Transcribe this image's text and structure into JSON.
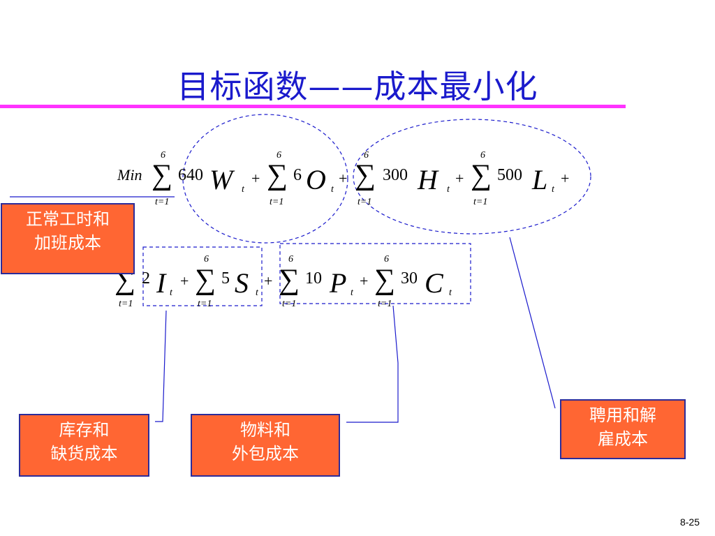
{
  "slide": {
    "title": "目标函数——成本最小化",
    "page_number": "8-25"
  },
  "formula": {
    "min": "Min",
    "sum_upper": "6",
    "sum_lower": "t=1",
    "plus": "+",
    "line1": [
      {
        "coef": "640",
        "var": "W",
        "sub": "t"
      },
      {
        "coef": "6",
        "var": "O",
        "sub": "t"
      },
      {
        "coef": "300",
        "var": "H",
        "sub": "t"
      },
      {
        "coef": "500",
        "var": "L",
        "sub": "t"
      }
    ],
    "line2": [
      {
        "coef": "2",
        "var": "I",
        "sub": "t"
      },
      {
        "coef": "5",
        "var": "S",
        "sub": "t"
      },
      {
        "coef": "10",
        "var": "P",
        "sub": "t"
      },
      {
        "coef": "30",
        "var": "C",
        "sub": "t"
      }
    ]
  },
  "labels": {
    "labor": "正常工时和\n加班成本",
    "hire": "聘用和解\n雇成本",
    "inventory": "库存和\n缺货成本",
    "material": "物料和\n外包成本"
  },
  "colors": {
    "title": "#1a1acc",
    "rule": "#ff33ff",
    "box_fill": "#ff6633",
    "box_border": "#2b2b99",
    "dash": "#1a1acc"
  }
}
